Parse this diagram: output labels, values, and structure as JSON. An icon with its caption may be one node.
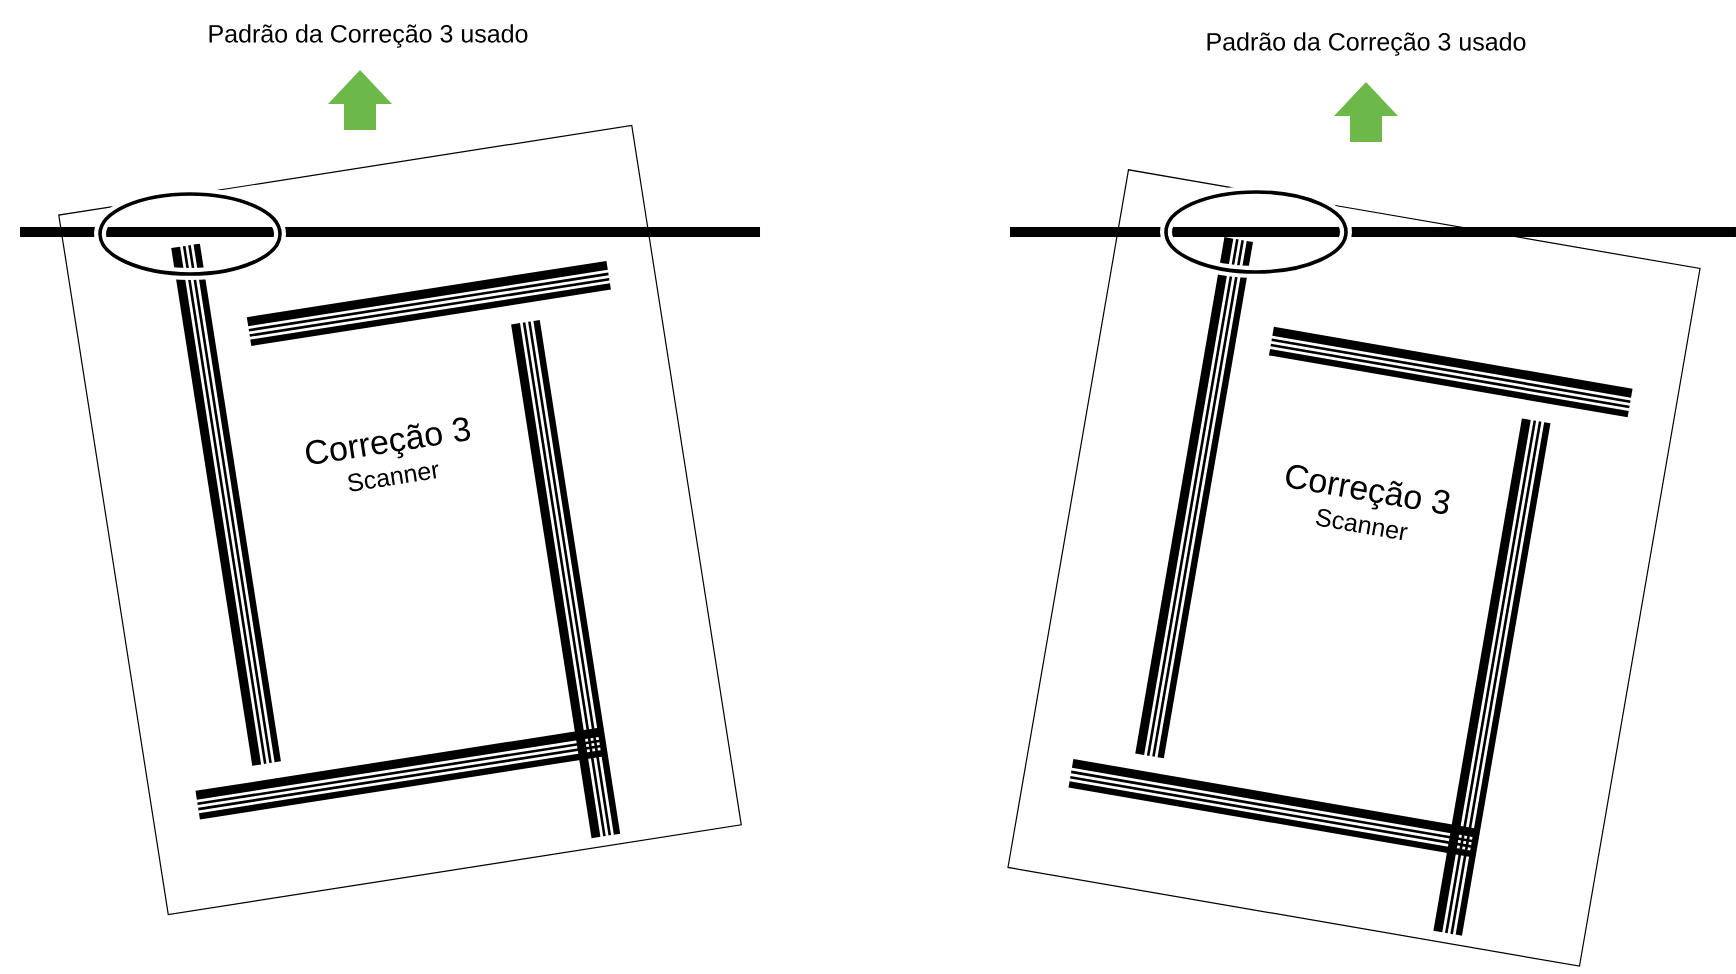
{
  "diagram": {
    "nodes": [
      {
        "text": [
          "Correção 3",
          "Scanner"
        ]
      },
      {
        "text": [
          "Correção 3",
          "Scanner"
        ]
      }
    ],
    "labels": [
      "Padrão da Correção 3 usado",
      "Padrão da Correção 3 usado"
    ]
  }
}
